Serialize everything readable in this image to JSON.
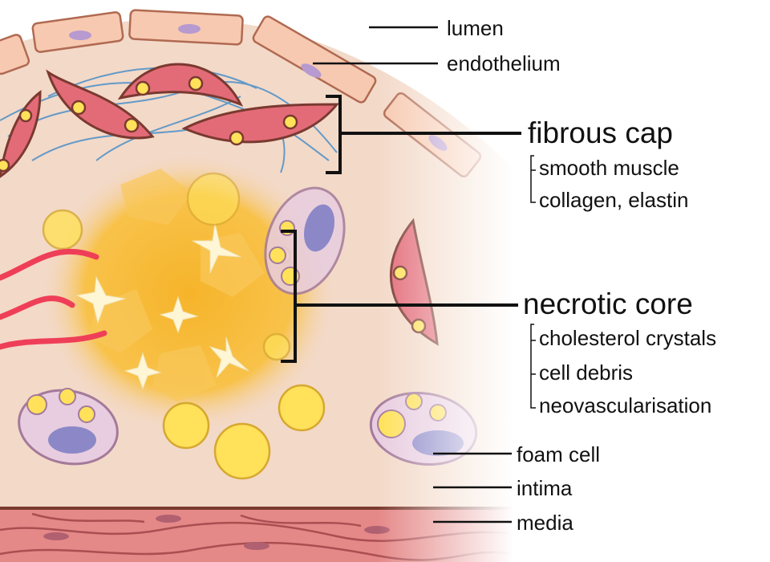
{
  "labels": {
    "lumen": "lumen",
    "endothelium": "endothelium",
    "fibrous_cap": "fibrous cap",
    "fibrous_cap_parts": [
      "smooth muscle",
      "collagen, elastin"
    ],
    "necrotic_core": "necrotic core",
    "necrotic_core_parts": [
      "cholesterol crystals",
      "cell debris",
      "neovascularisation"
    ],
    "foam_cell": "foam cell",
    "intima": "intima",
    "media": "media"
  },
  "colors": {
    "intima": "#f3d9c8",
    "endothelial_cell": "#f7c9b0",
    "smooth_muscle_cell": "#e36b78",
    "necrotic_core": "#f7b52e",
    "lipid_droplet": "#ffe15a",
    "foam_cell": "#e8cde0",
    "nucleus": "#8c88c8",
    "media": "#e58888",
    "blood_vessel": "#ef3f58",
    "fibre": "#4a90c8",
    "leader_line": "#111111"
  }
}
